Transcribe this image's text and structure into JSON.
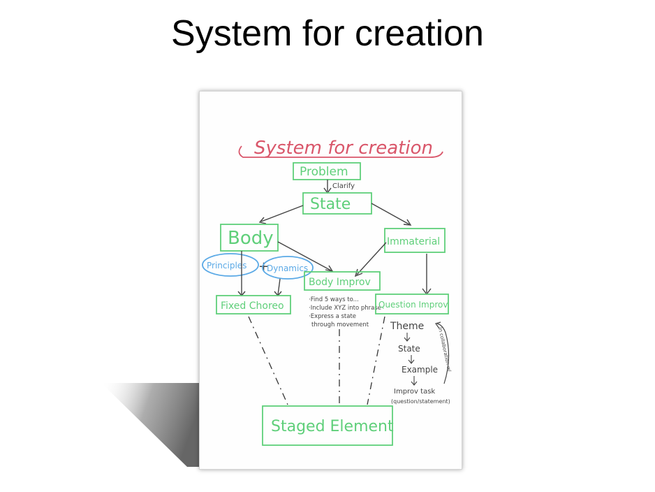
{
  "slide": {
    "title": "System for creation"
  },
  "whiteboard": {
    "heading": "System for creation",
    "nodes": {
      "problem": "Problem",
      "clarify": "Clarify",
      "state": "State",
      "body": "Body",
      "immaterial": "Immaterial",
      "principles": "Principles",
      "plus": "+",
      "dynamics": "Dynamics",
      "body_improv": "Body Improv",
      "fixed_choreo": "Fixed Choreo",
      "question_improv": "Question Improv",
      "staged_element": "Staged Element"
    },
    "body_improv_notes": [
      "·Find 5 ways to...",
      "·Include XYZ into phrase",
      "·Express a state",
      "through movement"
    ],
    "question_chain": [
      "Theme",
      "State",
      "Example",
      "Improv task",
      "(question/statement)"
    ],
    "loop_label": "In collaboration w/",
    "colors": {
      "heading": "#d9566a",
      "box": "#5fcf7a",
      "oval": "#5aa9e6",
      "ink": "#3a3a3a"
    }
  }
}
